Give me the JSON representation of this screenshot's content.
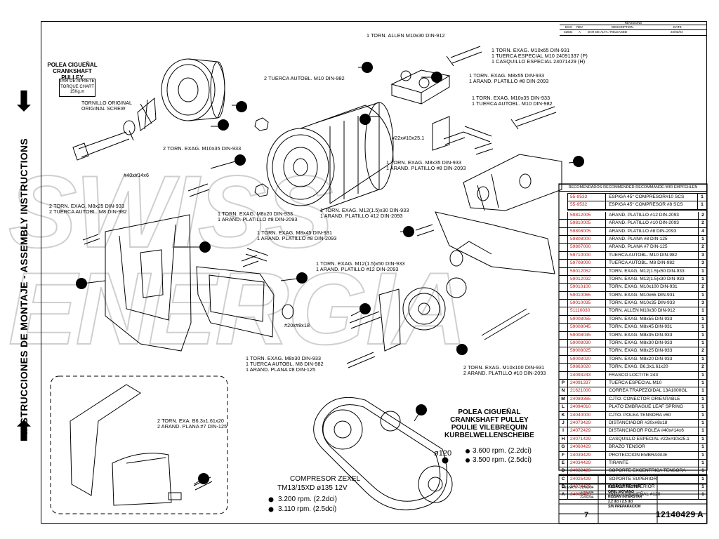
{
  "sidebar": {
    "label": "INSTRUCCIONES DE MONTAJE - ASSEMBLY INSTRUCTIONS"
  },
  "crankshaft": {
    "title_es": "POLEA CIGUEÑAL",
    "title_en": "CRANKSHAFT PULLEY",
    "torque_line1": "PAR DE APRIETE",
    "torque_line2": "TORQUE CHART",
    "torque_line3": "15Kg.m",
    "screw_es": "TORNILLO ORIGINAL",
    "screw_en": "ORIGINAL SCREW",
    "washer": "#40x#14x6"
  },
  "callouts": {
    "c1": [
      "1 TORN. ALLEN M10x30 DIN-912"
    ],
    "c2": [
      "1 TORN. EXAG. M10x65 DIN-931",
      "1 TUERCA ESPECIAL M10 24091337 (P)",
      "1 CASQUILLO ESPECIAL 24071429 (H)"
    ],
    "c3": [
      "2 TUERCA AUTOBL. M10 DIN-982"
    ],
    "c4": [
      "1 TORN. EXAG. M8x55 DIN-933",
      "1 ARAND. PLATILLO #8 DIN-2093"
    ],
    "c5": [
      "1 TORN. EXAG. M10x35 DIN-933",
      "1 TUERCA AUTOBL. M10 DIN-982"
    ],
    "c6": [
      "#22x#10x25.1"
    ],
    "c7": [
      "1 TORN. EXAG. M8x35 DIN-933",
      "1 ARAND. PLATILLO #8 DIN-2093"
    ],
    "c8": [
      "2 TORN. EXAG. M10x35 DIN-933"
    ],
    "c9": [
      "2 TORN. EXAG. M8x25 DIN-933",
      "2 TUERCA AUTOBL. M8 DIN-982"
    ],
    "c10": [
      "1 TORN. EXAG. M12(1.5)x30 DIN-933",
      "1 ARAND. PLATILLO #12 DIN-2093"
    ],
    "c11": [
      "1 TORN. EXAG. M8x20 DIN-933",
      "1 ARAND. PLATILLO #8 DIN-2093"
    ],
    "c12": [
      "1 TORN. EXAG. M8x45 DIN-931",
      "1 ARAND. PLATILLO #8 DIN-2093"
    ],
    "c13": [
      "1 TORN. EXAG. M12(1.5)x50 DIN-933",
      "1 ARAND. PLATILLO #12 DIN-2093"
    ],
    "c14": [
      "#20x#8x18"
    ],
    "c15": [
      "1 TORN. EXAG. M8x30 DIN-933",
      "1 TUERCA AUTOBL. M8 DIN-982",
      "1 ARAND. PLANA #8 DIN-125"
    ],
    "c16": [
      "2 TORN. EXAG. M10x100 DIN-931",
      "2 ARAND. PLATILLO #10 DIN-2093"
    ],
    "c17": [
      "2 TORN. EXA. B6.3x1.61x20",
      "2 ARAND. PLANA #7 DIN-125"
    ]
  },
  "pulley": {
    "title_es": "POLEA CIGUEÑAL",
    "title_en": "CRANKSHAFT PULLEY",
    "title_fr": "POULIE VILEBREQUIN",
    "title_de": "KURBELWELLENSCHEIBE",
    "diameter": "ø120",
    "rpm1": "3.600 rpm. (2.2dci)",
    "rpm2": "3.500 rpm. (2.5dci)"
  },
  "compressor": {
    "title": "COMPRESOR ZEXEL",
    "model": "TM13/15XD ø135 12V",
    "rpm1": "3.200 rpm. (2.2dci)",
    "rpm2": "3.110 rpm. (2.5dci)"
  },
  "bom": {
    "header": "RECOMENDADOS-RECOMMENDED-RECOMMANDÉ-WIR EMPFEHLEN",
    "alternatives": [
      {
        "code": "55-9533",
        "desc": "ESPIGA 45° COMPRESOR#10 SCS",
        "qty": "1"
      },
      {
        "code": "55-9532",
        "desc": "ESPIGA 45° COMPRESOR #8 SCS",
        "qty": "1"
      }
    ],
    "rows": [
      {
        "ref": "",
        "code": "59812005",
        "desc": "ARAND. PLATILLO #12 DIN-2093",
        "qty": "2"
      },
      {
        "ref": "",
        "code": "59810005",
        "desc": "ARAND. PLATILLO #10 DIN-2093",
        "qty": "2"
      },
      {
        "ref": "",
        "code": "59808005",
        "desc": "ARAND. PLATILLO #8 DIN-2093",
        "qty": "4"
      },
      {
        "ref": "",
        "code": "59808000",
        "desc": "ARAND. PLANA #8 DIN-125",
        "qty": "1"
      },
      {
        "ref": "",
        "code": "59807000",
        "desc": "ARAND. PLANA #7 DIN-125",
        "qty": "2"
      },
      {
        "ref": "",
        "code": "59710000",
        "desc": "TUERCA AUTOBL. M10 DIN-982",
        "qty": "3"
      },
      {
        "ref": "",
        "code": "59708000",
        "desc": "TUERCA AUTOBL. M8 DIN-982",
        "qty": "3"
      },
      {
        "ref": "",
        "code": "59012052",
        "desc": "TORN. EXAG. M12(1.5)x50 DIN-933",
        "qty": "1"
      },
      {
        "ref": "",
        "code": "59012032",
        "desc": "TORN. EXAG. M12(1.5)x30 DIN-933",
        "qty": "1"
      },
      {
        "ref": "",
        "code": "59010100",
        "desc": "TORN. EXAG. M10x100 DIN-931",
        "qty": "2"
      },
      {
        "ref": "",
        "code": "59010065",
        "desc": "TORN. EXAG. M10x65 DIN-931",
        "qty": "1"
      },
      {
        "ref": "",
        "code": "59010035",
        "desc": "TORN. EXAG. M10x35 DIN-933",
        "qty": "3"
      },
      {
        "ref": "",
        "code": "51110030",
        "desc": "TORN. ALLEN M10x30 DIN-912",
        "qty": "1"
      },
      {
        "ref": "",
        "code": "59008055",
        "desc": "TORN. EXAG. M8x55 DIN-933",
        "qty": "1"
      },
      {
        "ref": "",
        "code": "59008045",
        "desc": "TORN. EXAG. M8x45 DIN-931",
        "qty": "1"
      },
      {
        "ref": "",
        "code": "59008035",
        "desc": "TORN. EXAG. M8x35 DIN-933",
        "qty": "1"
      },
      {
        "ref": "",
        "code": "59008030",
        "desc": "TORN. EXAG. M8x30 DIN-933",
        "qty": "1"
      },
      {
        "ref": "",
        "code": "59008025",
        "desc": "TORN. EXAG. M8x25 DIN-933",
        "qty": "2"
      },
      {
        "ref": "",
        "code": "59008020",
        "desc": "TORN. EXAG. M8x20 DIN-933",
        "qty": "1"
      },
      {
        "ref": "",
        "code": "59863020",
        "desc": "TORN. EXAG. B6,3x1.61x20",
        "qty": "2"
      },
      {
        "ref": "",
        "code": "24093243",
        "desc": "FRASCO LOCTITE 243",
        "qty": "1"
      },
      {
        "ref": "P",
        "code": "24091337",
        "desc": "TUERCA ESPECIAL M10",
        "qty": "1"
      },
      {
        "ref": "N",
        "code": "21621000",
        "desc": "CORREA TRAPEZOIDAL 13A1000GL",
        "qty": "1"
      },
      {
        "ref": "M",
        "code": "24089365",
        "desc": "CJTO. CONECTOR ORIENTABLE",
        "qty": "1"
      },
      {
        "ref": "L",
        "code": "24094010",
        "desc": "PLATO EMBRAGUE LEAF SPRING",
        "qty": "1"
      },
      {
        "ref": "K",
        "code": "24040000",
        "desc": "CJTO. POLEA TENSORA #60",
        "qty": "1"
      },
      {
        "ref": "J",
        "code": "24073429",
        "desc": "DISTANCIADOR #20x#8x18",
        "qty": "1"
      },
      {
        "ref": "I",
        "code": "24072429",
        "desc": "DISTANCIADOR POLEA #40x#14x6",
        "qty": "1"
      },
      {
        "ref": "H",
        "code": "24071429",
        "desc": "CASQUILLO ESPECIAL #22x#10x25.1",
        "qty": "1"
      },
      {
        "ref": "G",
        "code": "24060429",
        "desc": "BRAZO TENSOR",
        "qty": "1"
      },
      {
        "ref": "F",
        "code": "24039429",
        "desc": "PROTECCION EMBRAGUE",
        "qty": "1"
      },
      {
        "ref": "E",
        "code": "24034429",
        "desc": "TIRANTE",
        "qty": "1"
      },
      {
        "ref": "D",
        "code": "24032429",
        "desc": "SOPORTE EXCENTRICA TENSORA",
        "qty": "1"
      },
      {
        "ref": "C",
        "code": "24025429",
        "desc": "SOPORTE SUPERIOR",
        "qty": "1"
      },
      {
        "ref": "B",
        "code": "24024429",
        "desc": "SOPORTE INFERIOR",
        "qty": "1"
      },
      {
        "ref": "A",
        "code": "24001429",
        "desc": "POLEA CIGUEÑAL #120",
        "qty": "1"
      }
    ]
  },
  "revisions": {
    "title": "REVISIONS",
    "h_eco": "ECO",
    "h_rev": "REV",
    "h_desc": "DESCRIPTION",
    "h_date": "DATE",
    "r_eco": "32834",
    "r_rev": "A",
    "r_desc": "DAR DE ALTA / RELEASED",
    "r_date": "22/02/04"
  },
  "titleblock": {
    "drawn": "FRANK V.",
    "date1": "22/02/04",
    "date2": "22/02/04",
    "date3": "22/02/04",
    "vehicle1": "RENAULT MASTER",
    "vehicle2": "OPEL MOVANO",
    "vehicle3": "NISSAN INTERSTAR",
    "engine": "2.2 dci / 2.5 dci",
    "variant": "SIN PREPARACION",
    "sheet": "7",
    "part_number": "12140429",
    "revision": "A"
  }
}
